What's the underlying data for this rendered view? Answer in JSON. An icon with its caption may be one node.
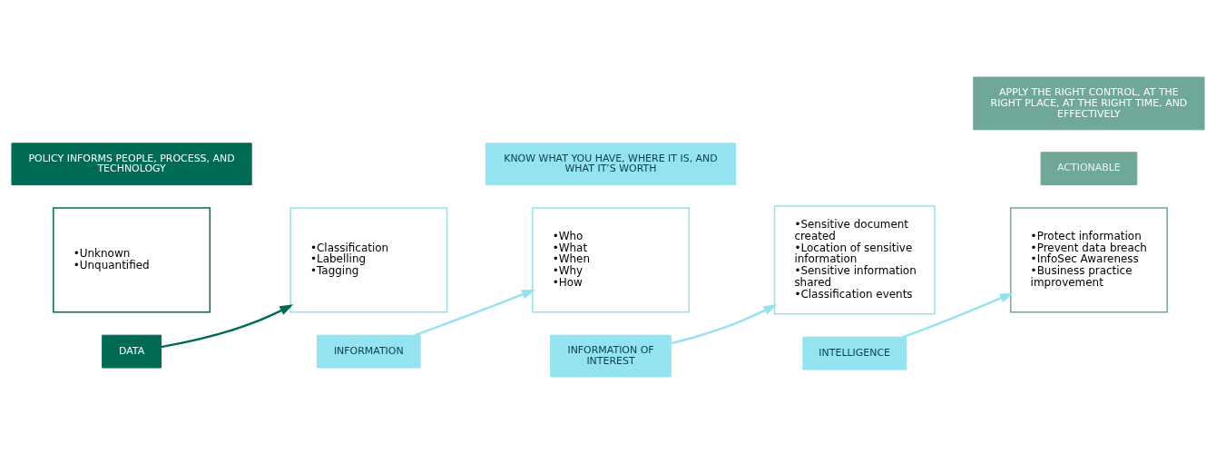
{
  "diagram": {
    "nodes": [
      {
        "text": [
          "•Unknown",
          "•Unquantified"
        ]
      },
      {
        "text": [
          "DATA"
        ]
      },
      {
        "text": [
          "•Classification",
          "•Labelling",
          "•Tagging"
        ]
      },
      {
        "text": [
          "INFORMATION"
        ]
      },
      {
        "text": [
          "•Who",
          "•What",
          "•When",
          "•Why",
          "•How"
        ]
      },
      {
        "text": [
          "INFORMATION OF INTEREST"
        ]
      },
      {
        "text": [
          "•Sensitive document created",
          "•Location of sensitive information",
          "•Sensitive information shared",
          "•Classification events"
        ]
      },
      {
        "text": [
          "INTELLIGENCE"
        ]
      },
      {
        "text": [
          "•Protect information",
          "•Prevent data breach",
          "•InfoSec Awareness",
          "•Business practice improvement"
        ]
      },
      {
        "text": [
          "ACTIONABLE"
        ]
      },
      {
        "text": [
          "POLICY INFORMS PEOPLE, PROCESS, AND TECHNOLOGY"
        ]
      },
      {
        "text": [
          "KNOW WHAT YOU HAVE, WHERE IT IS, AND WHAT IT’S WORTH"
        ]
      },
      {
        "text": [
          "APPLY THE RIGHT CONTROL, AT THE RIGHT PLACE, AT THE RIGHT TIME, AND EFFECTIVELY"
        ]
      }
    ],
    "edges": [
      {
        "from": 1,
        "to": 2,
        "arrow": "to",
        "color": "#006b54"
      },
      {
        "from": 3,
        "to": 4,
        "arrow": "to"
      },
      {
        "from": 5,
        "to": 6,
        "arrow": "to"
      },
      {
        "from": 7,
        "to": 8,
        "arrow": "to"
      }
    ]
  }
}
